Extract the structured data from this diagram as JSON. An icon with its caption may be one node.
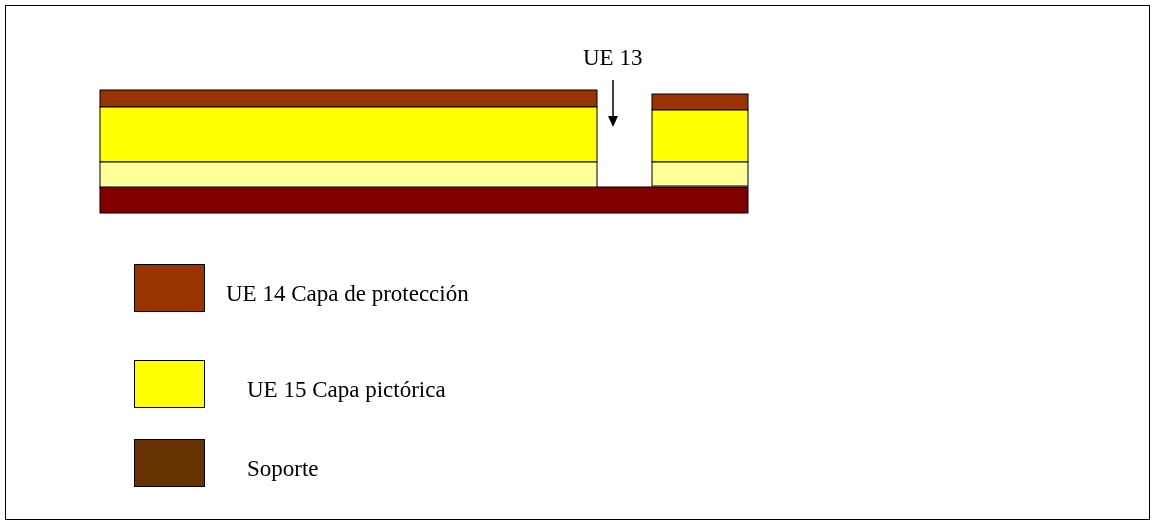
{
  "diagram": {
    "labels": [
      "UE 13"
    ],
    "legend": [
      {
        "text": "UE 14 Capa de protección",
        "color": "#993300"
      },
      {
        "text": "UE 15 Capa pictórica",
        "color": "#ffff00"
      },
      {
        "text": "Soporte",
        "color": "#663300"
      }
    ]
  }
}
